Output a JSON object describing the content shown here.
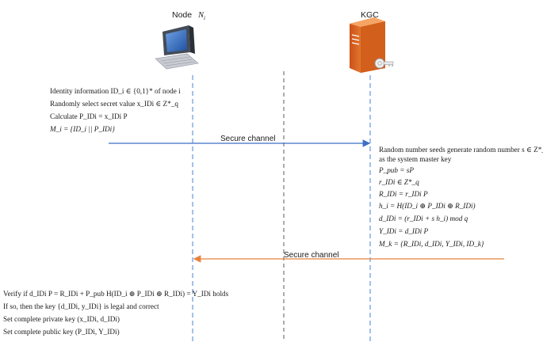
{
  "node": {
    "title": "Node",
    "title_math": "N",
    "title_sub": "i"
  },
  "kgc": {
    "title": "KGC"
  },
  "channels": {
    "top": "Secure channel",
    "bottom": "Secure channel"
  },
  "node_steps": [
    "Identity information  ID_i ∈ {0,1}* of node i",
    "Randomly select secret value  x_IDi ∈ Z*_q",
    "Calculate  P_IDi = x_IDi P",
    "M_i = {ID_i || P_IDi}"
  ],
  "kgc_steps": [
    "Random number seeds generate random number  s ∈ Z*_q",
    "as the system master key",
    "P_pub = sP",
    "r_IDi ∈ Z*_q",
    "R_IDi = r_IDi P",
    "h_i = H(ID_i ⊕ P_IDi ⊕ R_IDi)",
    "d_IDi = (r_IDi + s h_i) mod q",
    "Y_IDi = d_IDi P",
    "M_k = {R_IDi, d_IDi, Y_IDi, ID_k}"
  ],
  "verify_steps": [
    "Verify if  d_IDi P = R_IDi + P_pub H(ID_i ⊕ P_IDi ⊕ R_IDi) = Y_IDi  holds",
    "If so, then the key {d_IDi, y_IDi} is legal and correct",
    "Set complete private key  (x_IDi, d_IDi)",
    "Set complete public key  (P_IDi, Y_IDi)"
  ],
  "colors": {
    "blue_arrow": "#3c6fc4",
    "orange_arrow": "#e8823c",
    "lifeline": "#4a7fd4",
    "dark_lifeline": "#333333"
  }
}
